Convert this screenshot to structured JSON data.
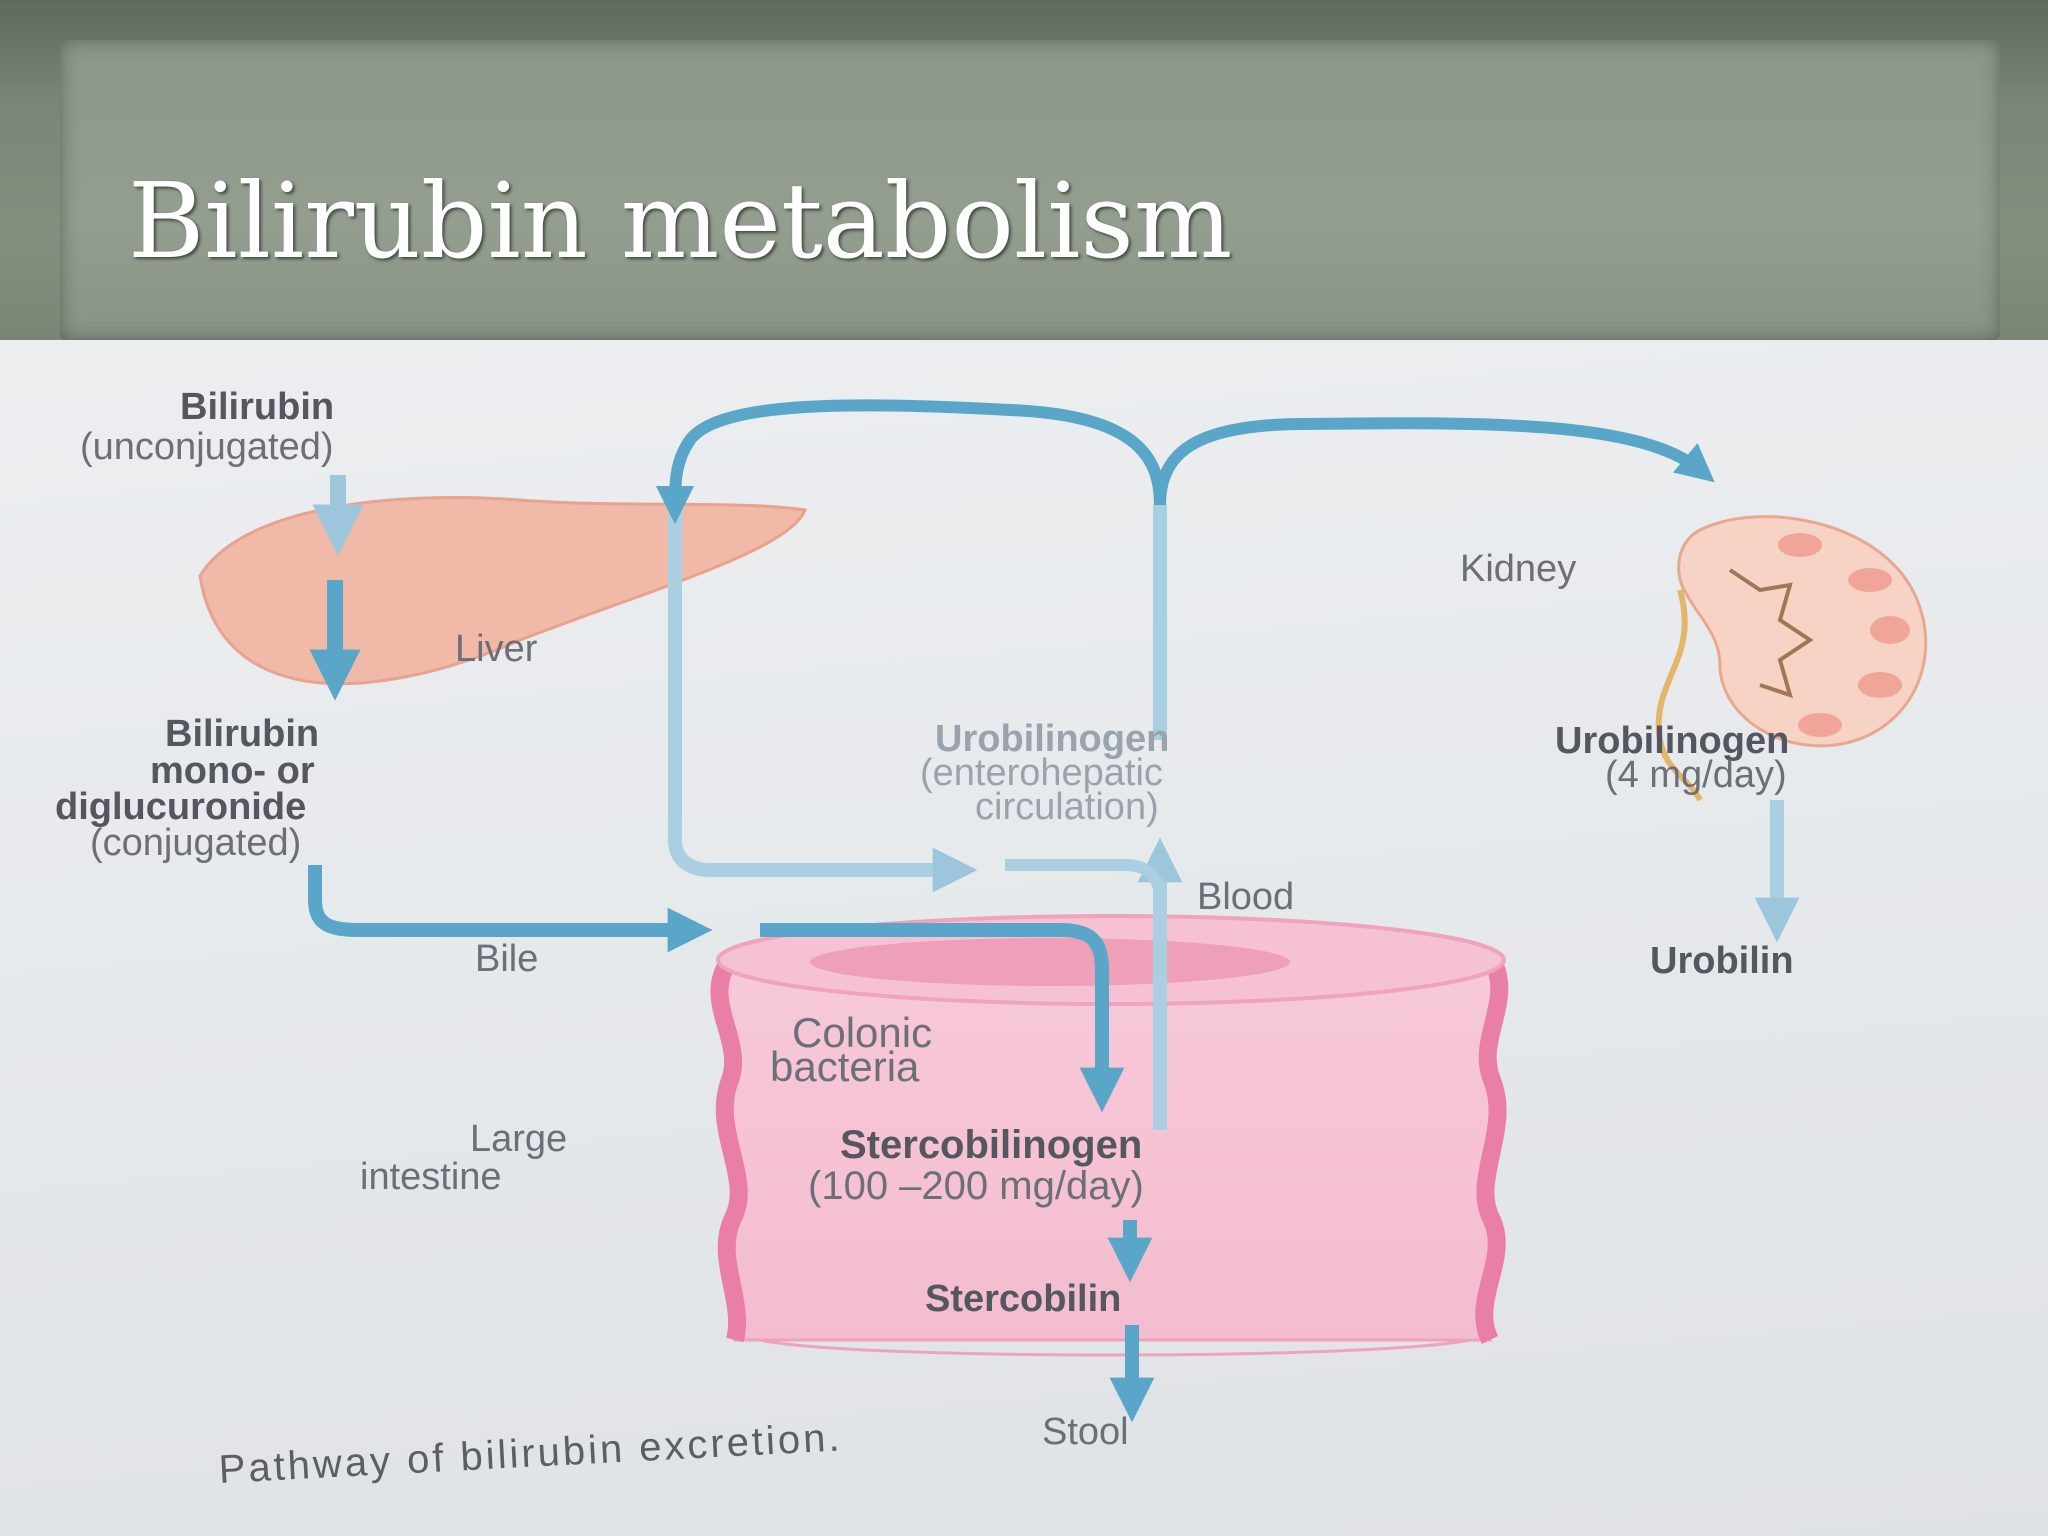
{
  "slide": {
    "title": "Bilirubin metabolism"
  },
  "diagram": {
    "labels": {
      "bilirubin_unconj_1": "Bilirubin",
      "bilirubin_unconj_2": "(unconjugated)",
      "liver": "Liver",
      "conj_1": "Bilirubin",
      "conj_2": "mono- or",
      "conj_3": "diglucuronide",
      "conj_4": "(conjugated)",
      "bile": "Bile",
      "kidney": "Kidney",
      "uro_entero_1": "Urobilinogen",
      "uro_entero_2": "(enterohepatic",
      "uro_entero_3": "circulation)",
      "blood": "Blood",
      "uro_kidney_1": "Urobilinogen",
      "uro_kidney_2": "(4 mg/day)",
      "urobilin": "Urobilin",
      "colonic_1": "Colonic",
      "colonic_2": "bacteria",
      "large_1": "Large",
      "large_2": "intestine",
      "sterco_1": "Stercobilinogen",
      "sterco_2": "(100 –200 mg/day)",
      "stercobilin": "Stercobilin",
      "stool": "Stool"
    },
    "caption": "Pathway of bilirubin excretion.",
    "colors": {
      "arrow_blue": "#5aa6c8",
      "liver": "#f1b5a2",
      "intestine": "#f2aac4",
      "kidney": "#f4c6b8"
    }
  }
}
